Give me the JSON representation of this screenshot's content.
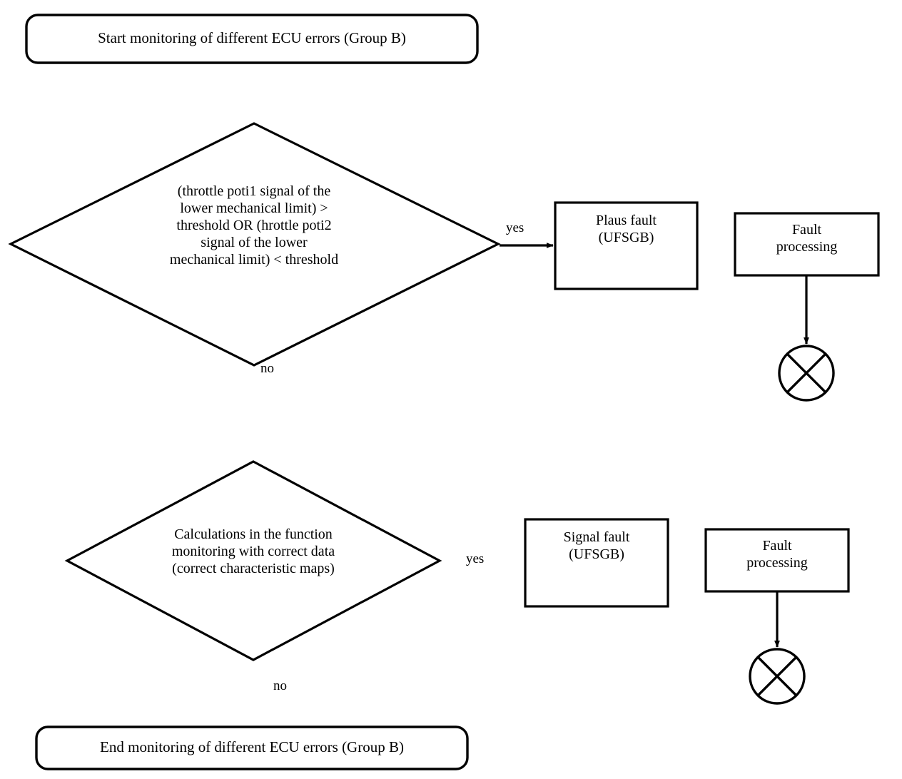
{
  "diagram": {
    "title": "Monitoring of different ECU errors (Group B)",
    "stroke_color": "#000000",
    "fill_color": "#ffffff",
    "background": "#ffffff"
  },
  "nodes": {
    "start": {
      "shape": "rounded-rectangle",
      "label": "Start monitoring of different ECU errors (Group B)"
    },
    "decision_1": {
      "shape": "diamond",
      "label": "(throttle poti1 signal of the\nlower mechanical limit) >\nthreshold OR (hrottle poti2\nsignal of the lower\nmechanical limit) < threshold"
    },
    "plaus_fault": {
      "shape": "rectangle",
      "label": "Plaus fault\n(UFSGB)"
    },
    "fault_processing_1": {
      "shape": "rectangle",
      "label": "Fault\nprocessing"
    },
    "terminator_1": {
      "shape": "crossed-circle",
      "label": ""
    },
    "decision_2": {
      "shape": "diamond",
      "label": "Calculations in the function\nmonitoring with correct data\n(correct characteristic maps)"
    },
    "signal_fault": {
      "shape": "rectangle",
      "label": "Signal fault\n(UFSGB)"
    },
    "fault_processing_2": {
      "shape": "rectangle",
      "label": "Fault\nprocessing"
    },
    "terminator_2": {
      "shape": "crossed-circle",
      "label": ""
    },
    "end": {
      "shape": "rounded-rectangle",
      "label": "End monitoring of different ECU errors (Group B)"
    }
  },
  "edges": {
    "decision_1_yes": {
      "label": "yes"
    },
    "decision_1_no": {
      "label": "no"
    },
    "decision_2_yes": {
      "label": "yes"
    },
    "decision_2_no": {
      "label": "no"
    }
  }
}
